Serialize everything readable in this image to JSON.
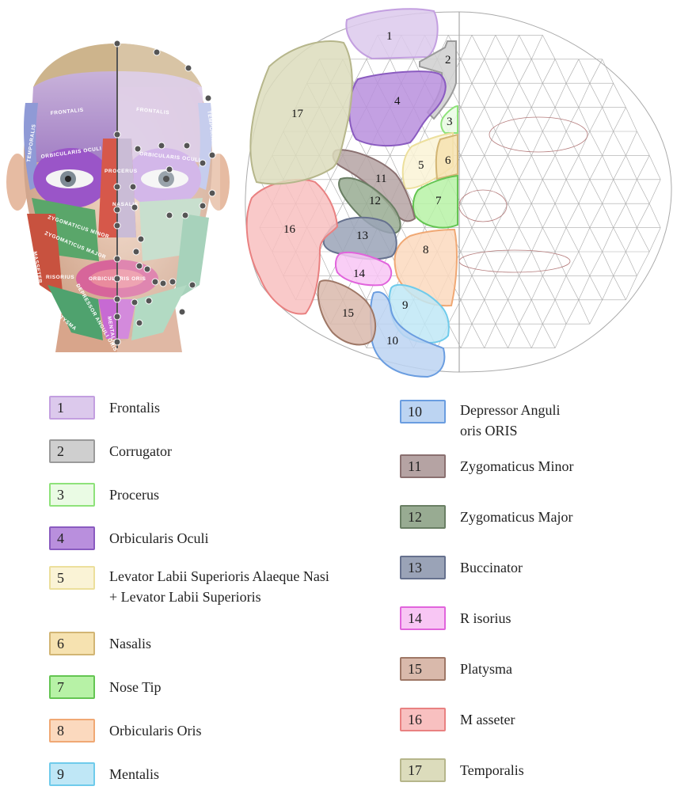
{
  "figure": {
    "face_muscle_labels": [
      "FRONTALIS",
      "FRONTALIS",
      "TEMPORALIS",
      "TEMPORALIS",
      "ORBICULARIS OCULI",
      "ORBICULARIS OCULI",
      "PROCERUS",
      "NASALIS",
      "ZYGOMATICUS MINOR",
      "ZYGOMATICUS MAJOR",
      "MASSETER",
      "RISORIUS",
      "ORBICULARIS ORIS",
      "PLATYSMA",
      "MENTALIS",
      "DEPRESSOR ANGULI ORIS"
    ]
  },
  "regions": [
    {
      "num": "1",
      "name": "Frontalis",
      "name2": "",
      "fill": "#dcc9ec",
      "stroke": "#c39fe0"
    },
    {
      "num": "2",
      "name": "Corrugator",
      "name2": "",
      "fill": "#cfcfcf",
      "stroke": "#9a9a9a"
    },
    {
      "num": "3",
      "name": "Procerus",
      "name2": "",
      "fill": "#eafbe4",
      "stroke": "#8ee27a"
    },
    {
      "num": "4",
      "name": "Orbicularis Oculi",
      "name2": "",
      "fill": "#b98fdd",
      "stroke": "#8a5bc0"
    },
    {
      "num": "5",
      "name": "Levator Labii Superioris Alaeque Nasi",
      "name2": "+ Levator Labii Superioris",
      "fill": "#faf3d6",
      "stroke": "#ecdf9c"
    },
    {
      "num": "6",
      "name": "Nasalis",
      "name2": "",
      "fill": "#f6e2b0",
      "stroke": "#d2b574"
    },
    {
      "num": "7",
      "name": "Nose Tip",
      "name2": "",
      "fill": "#b7f2a6",
      "stroke": "#64c552"
    },
    {
      "num": "8",
      "name": "Orbicularis Oris",
      "name2": "",
      "fill": "#fbd9be",
      "stroke": "#f0a874"
    },
    {
      "num": "9",
      "name": "Mentalis",
      "name2": "",
      "fill": "#bfe7f6",
      "stroke": "#6fcbeb"
    },
    {
      "num": "10",
      "name": "Depressor Anguli",
      "name2": "oris ORIS",
      "fill": "#bcd4f2",
      "stroke": "#6a9de0"
    },
    {
      "num": "11",
      "name": "Zygomaticus Minor",
      "name2": "",
      "fill": "#b5a3a3",
      "stroke": "#8a7070"
    },
    {
      "num": "12",
      "name": "Zygomaticus Major",
      "name2": "",
      "fill": "#98ab92",
      "stroke": "#6a7f64"
    },
    {
      "num": "13",
      "name": "Buccinator",
      "name2": "",
      "fill": "#9aa3b7",
      "stroke": "#66718e"
    },
    {
      "num": "14",
      "name": "R isorius",
      "name2": "",
      "fill": "#f8c6f4",
      "stroke": "#e164dc"
    },
    {
      "num": "15",
      "name": "Platysma",
      "name2": "",
      "fill": "#d9b9ab",
      "stroke": "#9e7766"
    },
    {
      "num": "16",
      "name": "M asseter",
      "name2": "",
      "fill": "#f8c0c0",
      "stroke": "#e98181"
    },
    {
      "num": "17",
      "name": "Temporalis",
      "name2": "",
      "fill": "#dcdcbc",
      "stroke": "#b6b68b"
    }
  ]
}
